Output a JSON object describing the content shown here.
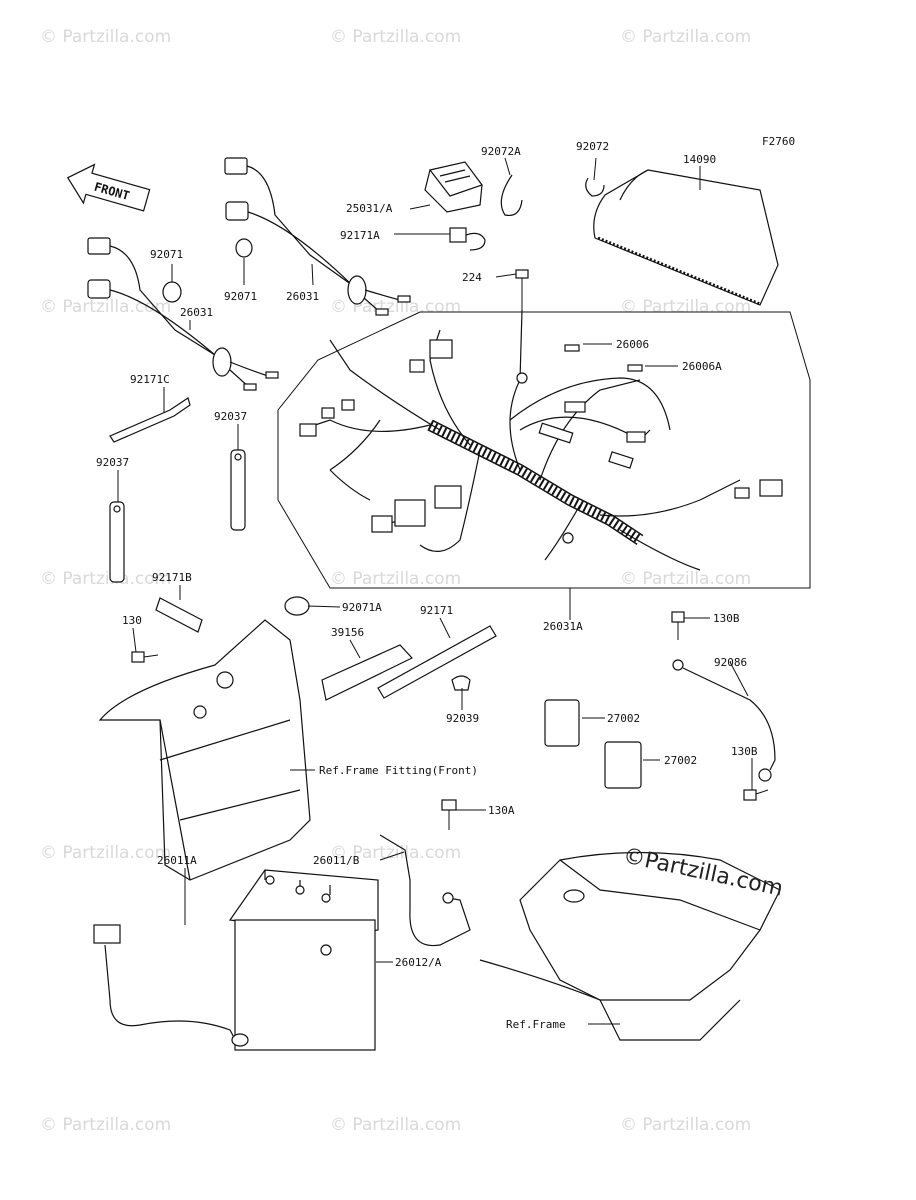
{
  "figure_code": "F2760",
  "front_label": "FRONT",
  "watermark": "© Partzilla.com",
  "watermark_main": "©Partzilla.com",
  "labels": {
    "p92072A": "92072A",
    "p92072": "92072",
    "p14090": "14090",
    "p25031A": "25031/A",
    "p92171A": "92171A",
    "p92071a": "92071",
    "p92071b": "92071",
    "p26031a": "26031",
    "p26031b": "26031",
    "p224": "224",
    "p26006": "26006",
    "p26006A": "26006A",
    "p92171C": "92171C",
    "p92037a": "92037",
    "p92037b": "92037",
    "p92171B": "92171B",
    "p92071A": "92071A",
    "p92171": "92171",
    "p26031A": "26031A",
    "p130": "130",
    "p39156": "39156",
    "p130Ba": "130B",
    "p92086": "92086",
    "p92039": "92039",
    "p27002a": "27002",
    "p27002b": "27002",
    "p130Bb": "130B",
    "refFrameFront": "Ref.Frame Fitting(Front)",
    "p130A": "130A",
    "p26011B": "26011/B",
    "p26011A": "26011A",
    "p26012A": "26012/A",
    "refFrame": "Ref.Frame"
  }
}
